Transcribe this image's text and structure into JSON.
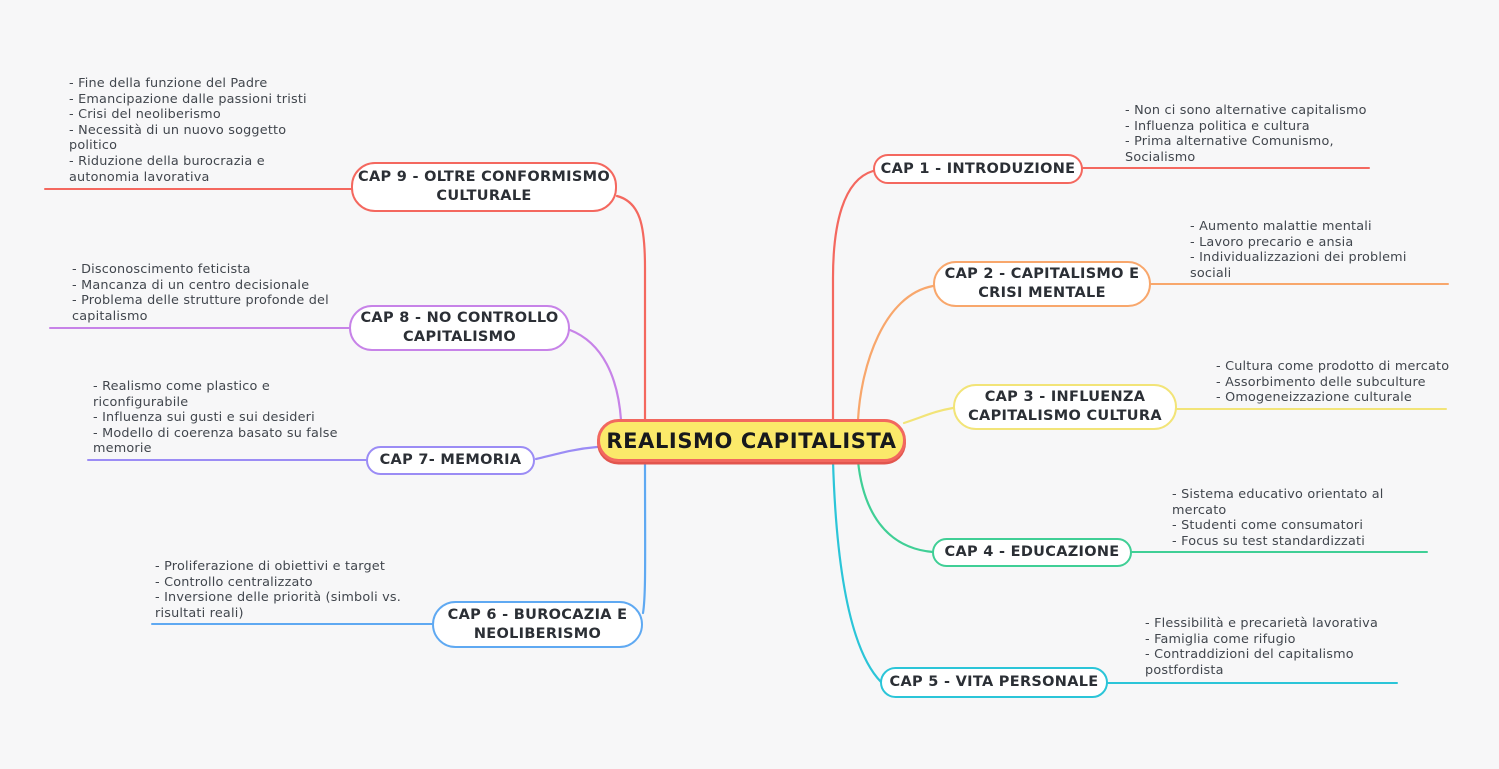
{
  "app": {
    "background": "#F7F7F8",
    "note_text_color": "#41464D",
    "label_text_color": "#2B2F35"
  },
  "center_node": {
    "label": "REALISMO CAPITALISTA",
    "fill": "#FBE96A",
    "border_color": "#F2685F",
    "shadow_color": "#E2554E"
  },
  "nodes": [
    {
      "id": "cap1",
      "label_lines": [
        "CAP 1 - INTRODUZIONE"
      ],
      "color": "#F4685F",
      "notes": [
        "- Non ci sono alternative capitalismo",
        "- Influenza politica e cultura",
        "- Prima alternative Comunismo,",
        "Socialismo"
      ]
    },
    {
      "id": "cap2",
      "label_lines": [
        "CAP 2 - CAPITALISMO E",
        "CRISI MENTALE"
      ],
      "color": "#F8A76C",
      "notes": [
        "- Aumento malattie mentali",
        "- Lavoro precario e ansia",
        "- Individualizzazioni dei problemi",
        "sociali"
      ]
    },
    {
      "id": "cap3",
      "label_lines": [
        "CAP 3 - INFLUENZA",
        "CAPITALISMO CULTURA"
      ],
      "color": "#F2E478",
      "notes": [
        "- Cultura come prodotto di mercato",
        "- Assorbimento delle subculture",
        "- Omogeneizzazione culturale"
      ]
    },
    {
      "id": "cap4",
      "label_lines": [
        "CAP 4 - EDUCAZIONE"
      ],
      "color": "#40CF96",
      "notes": [
        "- Sistema educativo orientato al",
        "mercato",
        "- Studenti come consumatori",
        "- Focus su test standardizzati"
      ]
    },
    {
      "id": "cap5",
      "label_lines": [
        "CAP 5 - VITA PERSONALE"
      ],
      "color": "#2BC5D8",
      "notes": [
        "- Flessibilità e precarietà lavorativa",
        "- Famiglia come rifugio",
        "- Contraddizioni del capitalismo",
        "postfordista"
      ]
    },
    {
      "id": "cap6",
      "label_lines": [
        "CAP 6 - BUROCAZIA E",
        "NEOLIBERISMO"
      ],
      "color": "#5FA9F2",
      "notes": [
        "- Proliferazione di obiettivi e target",
        "- Controllo centralizzato",
        "- Inversione delle priorità (simboli vs.",
        "risultati reali)"
      ]
    },
    {
      "id": "cap7",
      "label_lines": [
        "CAP 7- MEMORIA"
      ],
      "color": "#9B8CF5",
      "notes": [
        "- Realismo come plastico e",
        "riconfigurabile",
        "- Influenza sui gusti e sui desideri",
        "- Modello di coerenza basato su false",
        "memorie"
      ]
    },
    {
      "id": "cap8",
      "label_lines": [
        "CAP 8 - NO CONTROLLO",
        "CAPITALISMO"
      ],
      "color": "#C783E8",
      "notes": [
        "- Disconoscimento feticista",
        "- Mancanza di un centro decisionale",
        "- Problema delle strutture profonde del",
        "capitalismo"
      ]
    },
    {
      "id": "cap9",
      "label_lines": [
        "CAP 9 - OLTRE CONFORMISMO",
        "CULTURALE"
      ],
      "color": "#F4685F",
      "notes": [
        "- Fine della funzione del Padre",
        "- Emancipazione dalle passioni tristi",
        "- Crisi del neoliberismo",
        "- Necessità di un nuovo soggetto",
        "politico",
        "- Riduzione della burocrazia e",
        "autonomia lavorativa"
      ]
    }
  ]
}
